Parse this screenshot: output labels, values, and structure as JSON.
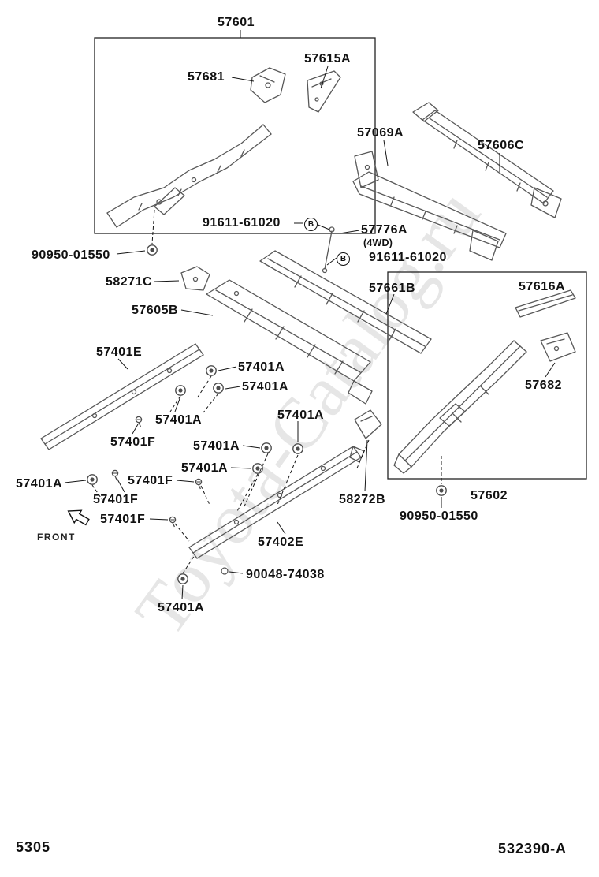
{
  "watermark": "Toyota-Catalog.ru",
  "footer": {
    "page_code": "5305",
    "figure_code": "532390-A"
  },
  "direction": {
    "front": "FRONT"
  },
  "parts": {
    "p57601": "57601",
    "p57681": "57681",
    "p57615a": "57615A",
    "p57069a": "57069A",
    "p57606c": "57606C",
    "p91611_61020": "91611-61020",
    "b": "B",
    "p57776a": "57776A",
    "p4wd": "(4WD)",
    "p90950_01550": "90950-01550",
    "p58271c": "58271C",
    "p57661b": "57661B",
    "p57605b": "57605B",
    "p57616a": "57616A",
    "p57401e": "57401E",
    "p57401a": "57401A",
    "p57682": "57682",
    "p57401f": "57401F",
    "p58272b": "58272B",
    "p57602": "57602",
    "p57402e": "57402E",
    "p90048_74038": "90048-74038"
  }
}
